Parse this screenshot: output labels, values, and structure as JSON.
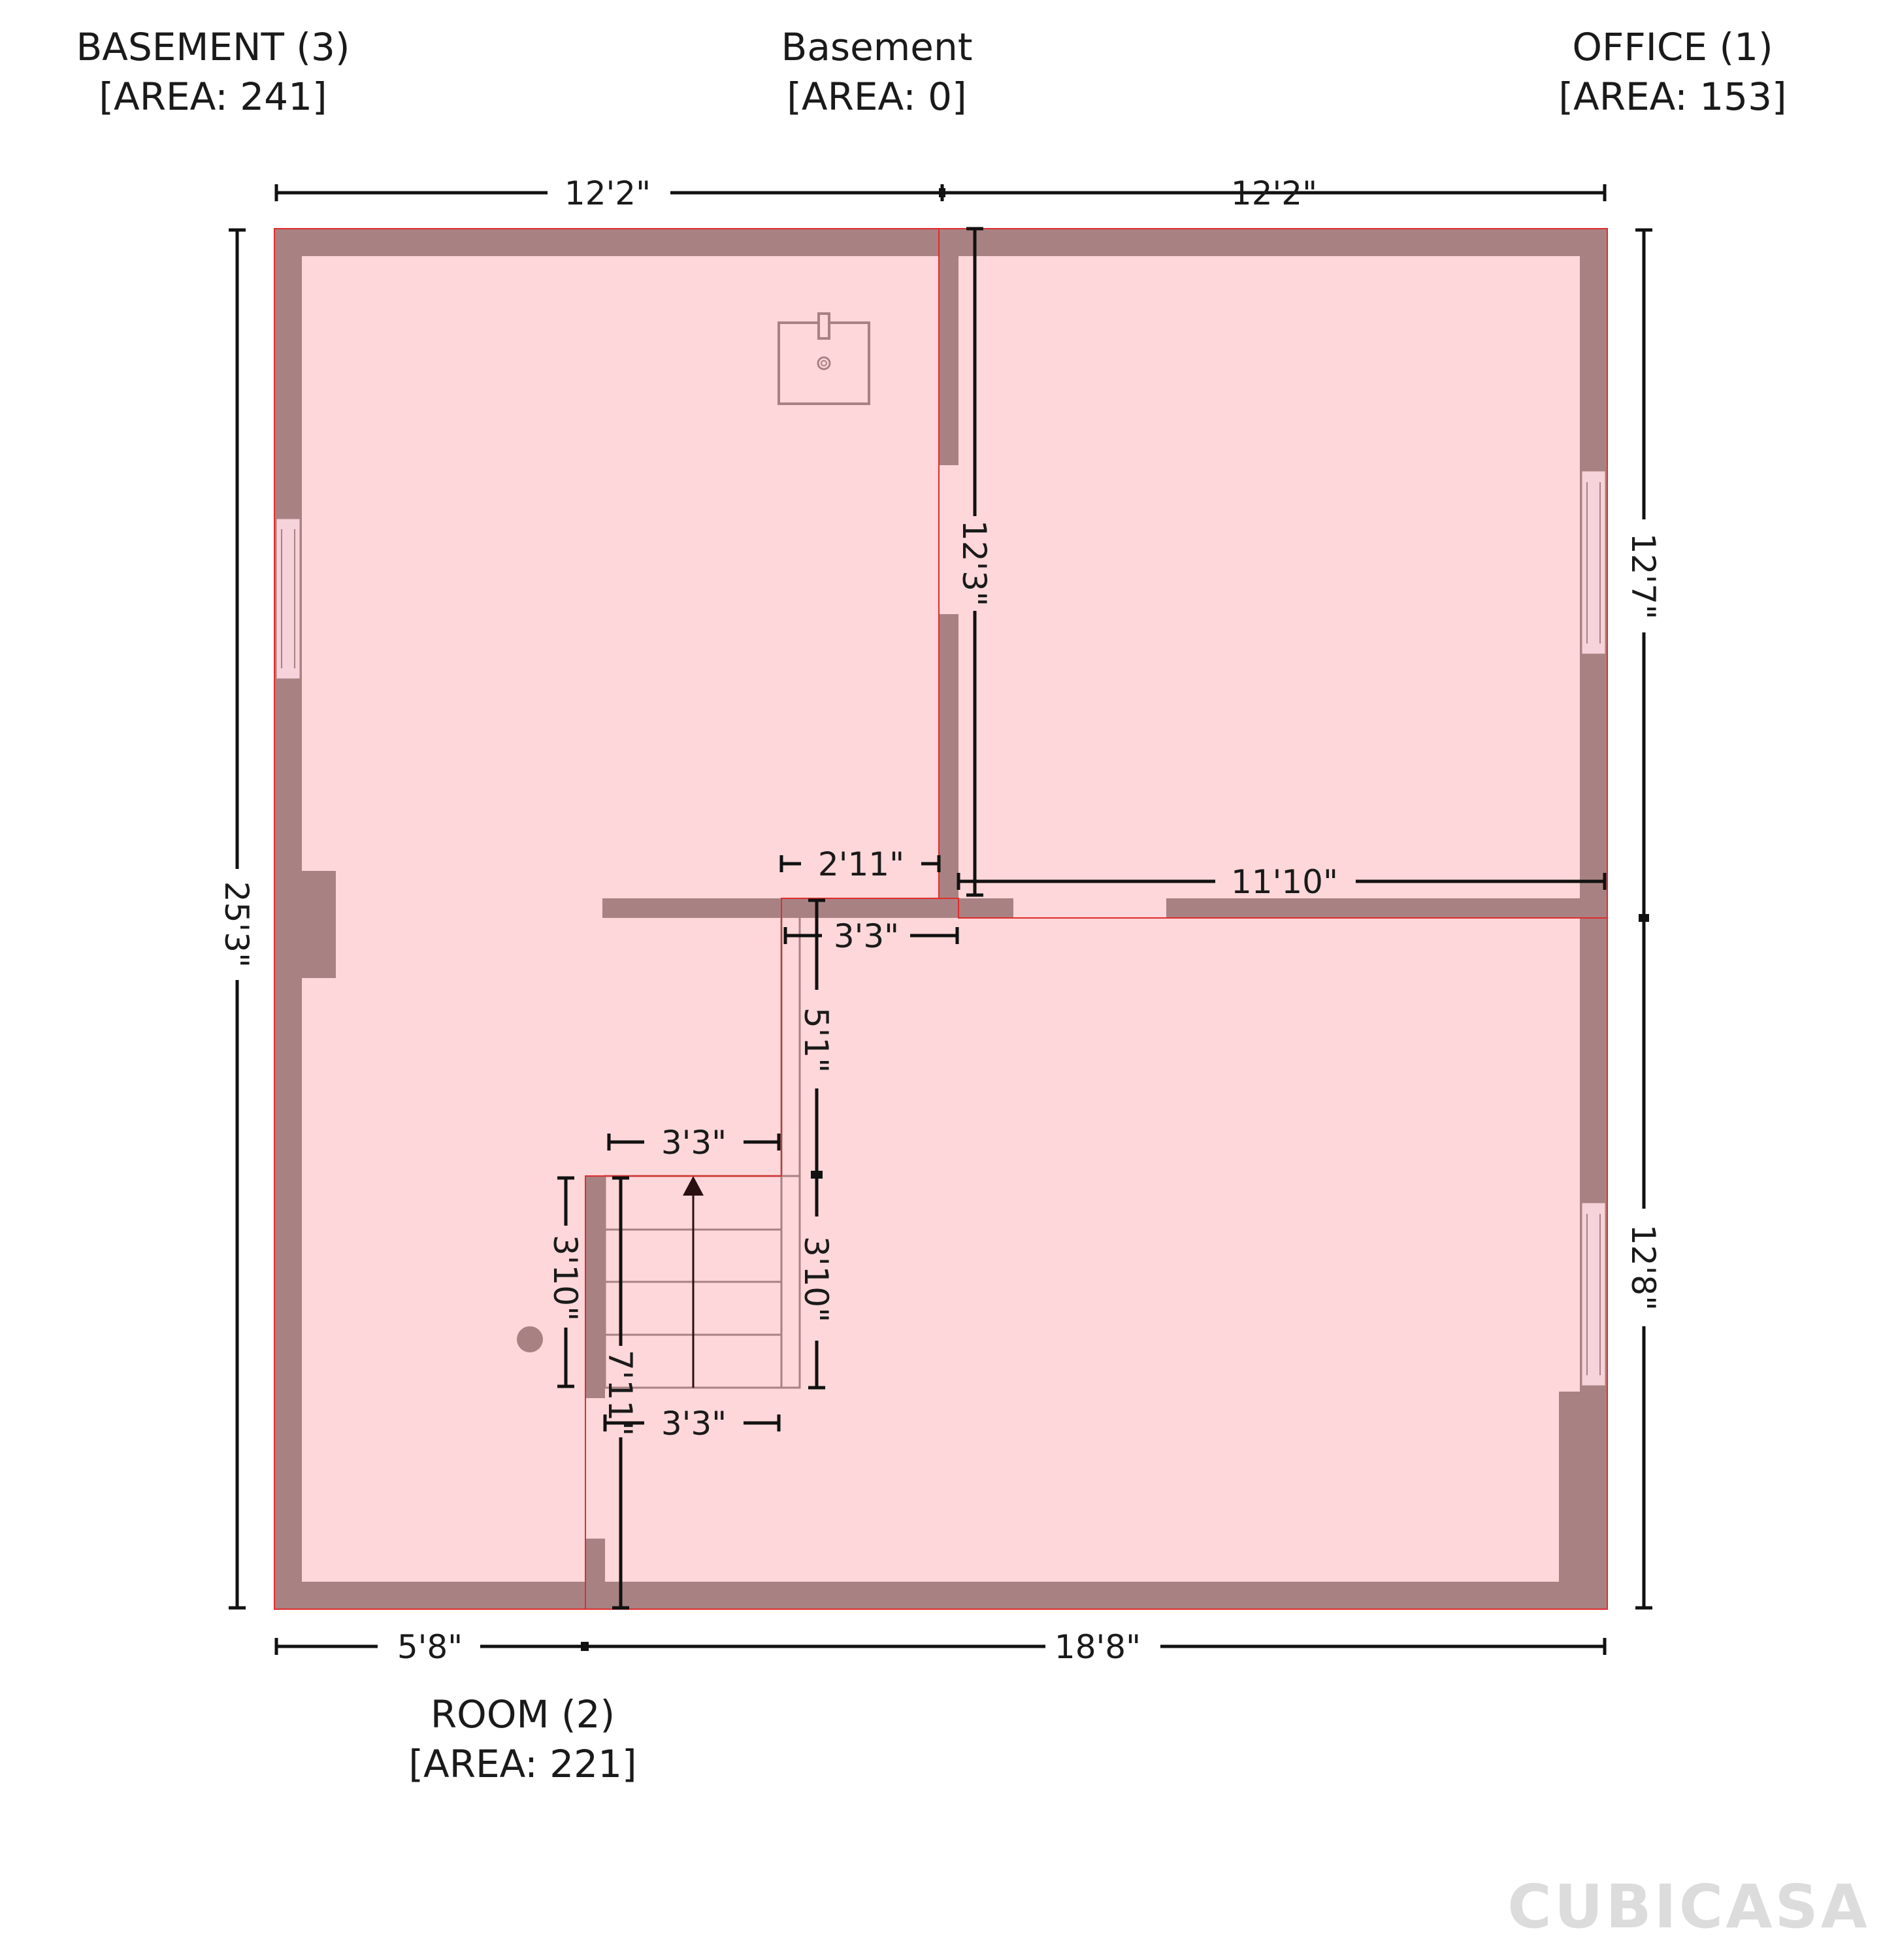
{
  "rooms": {
    "basement3": {
      "name": "BASEMENT (3)",
      "area": "[AREA: 241]"
    },
    "basement": {
      "name": "Basement",
      "area": "[AREA: 0]"
    },
    "office": {
      "name": "OFFICE (1)",
      "area": "[AREA: 153]"
    },
    "room2": {
      "name": "ROOM (2)",
      "area": "[AREA: 221]"
    }
  },
  "dimensions": {
    "top_left": "12'2\"",
    "top_right": "12'2\"",
    "left": "25'3\"",
    "right_top": "12'7\"",
    "right_bottom": "12'8\"",
    "bottom_left": "5'8\"",
    "bottom_right": "18'8\"",
    "office_height": "12'3\"",
    "office_width": "11'10\"",
    "closet_width": "2'11\"",
    "stair_top_width": "3'3\"",
    "stair_shaft_height": "5'1\"",
    "stair_landing_width": "3'3\"",
    "stair_left_height": "3'10\"",
    "stair_right_height": "3'10\"",
    "stair_bottom_width": "3'3\"",
    "room2_wall_height": "7'11\""
  },
  "logo": {
    "text": "CUBICASA"
  },
  "colors": {
    "wall": "#a88283",
    "floor": "#fdd7d9",
    "outline": "#e32b2b"
  }
}
